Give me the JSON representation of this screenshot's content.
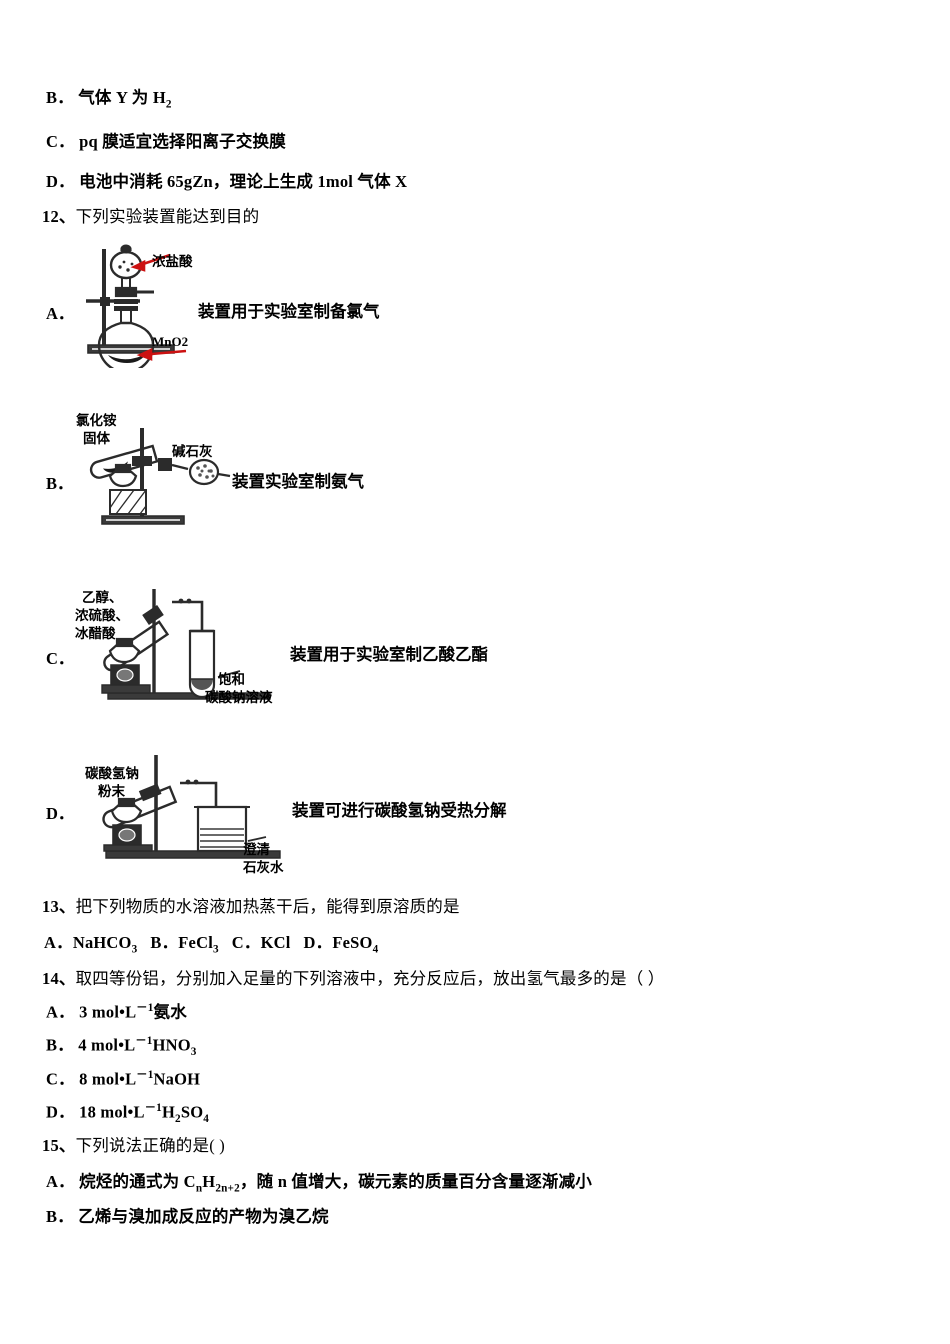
{
  "document": {
    "type": "chemistry-exam-page",
    "language": "zh-CN"
  },
  "q11_options": [
    {
      "letter": "B．",
      "text_pre": "气体 Y 为 H",
      "sub": "2",
      "text_post": ""
    },
    {
      "letter": "C．",
      "text": "pq 膜适宜选择阳离子交换膜"
    },
    {
      "letter": "D．",
      "text": "电池中消耗 65gZn，理论上生成 1mol   气体 X"
    }
  ],
  "q12": {
    "number": "12、",
    "stem": "下列实验装置能达到目的",
    "options": [
      {
        "letter": "A．",
        "caption": "装置用于实验室制备氯气",
        "labels": {
          "top": "浓盐酸",
          "bottom": "MnO2"
        }
      },
      {
        "letter": "B．",
        "caption": "装置实验室制氨气",
        "labels": {
          "left_line1": "氯化铵",
          "left_line2": "固体",
          "right": "碱石灰"
        }
      },
      {
        "letter": "C．",
        "caption": "装置用于实验室制乙酸乙酯",
        "labels": {
          "left_line1": "乙醇、",
          "left_line2": "浓硫酸、",
          "left_line3": "冰醋酸",
          "right_line1": "饱和",
          "right_line2": "碳酸钠溶液"
        }
      },
      {
        "letter": "D．",
        "caption": "装置可进行碳酸氢钠受热分解",
        "labels": {
          "left_line1": "碳酸氢钠",
          "left_line2": "粉末",
          "right_line1": "澄清",
          "right_line2": "石灰水"
        }
      }
    ]
  },
  "q13": {
    "number": "13、",
    "stem": "把下列物质的水溶液加热蒸干后，能得到原溶质的是",
    "options_inline": [
      {
        "letter": "A．",
        "formula": "NaHCO",
        "sub": "3"
      },
      {
        "letter": "B．",
        "formula": "FeCl",
        "sub": "3"
      },
      {
        "letter": "C．",
        "formula": "KCl",
        "sub": ""
      },
      {
        "letter": "D．",
        "formula": "FeSO",
        "sub": "4"
      }
    ]
  },
  "q14": {
    "number": "14、",
    "stem": "取四等份铝，分别加入足量的下列溶液中，充分反应后，放出氢气最多的是（ ）",
    "options": [
      {
        "letter": "A．",
        "conc": "3 mol•L",
        "exp": "－1",
        "species": "氨水",
        "species_sub": ""
      },
      {
        "letter": "B．",
        "conc": "4 mol•L",
        "exp": "－1",
        "species": "HNO",
        "species_sub": "3"
      },
      {
        "letter": "C．",
        "conc": "8 mol•L",
        "exp": "－1",
        "species": "NaOH",
        "species_sub": ""
      },
      {
        "letter": "D．",
        "conc": "18 mol•L",
        "exp": "－1",
        "species": "H",
        "species_sub": "2",
        "species_post": "SO",
        "species_post_sub": "4"
      }
    ]
  },
  "q15": {
    "number": "15、",
    "stem": "下列说法正确的是(     )",
    "options": [
      {
        "letter": "A．",
        "text_pre": "烷烃的通式为 C",
        "sub1": "n",
        "text_mid1": "H",
        "sub2": "2n+2",
        "text_post": "，随 n 值增大，碳元素的质量百分含量逐渐减小"
      },
      {
        "letter": "B．",
        "text": "乙烯与溴加成反应的产物为溴乙烷"
      }
    ]
  },
  "colors": {
    "text": "#000000",
    "arrow_red": "#cc1111",
    "figure_dark": "#2b2b2b",
    "figure_gray": "#777777"
  }
}
